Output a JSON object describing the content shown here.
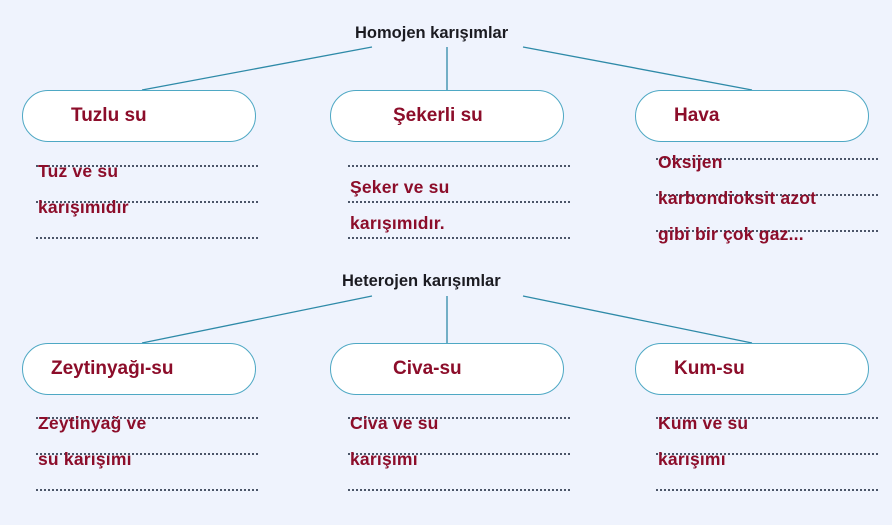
{
  "page": {
    "background_color": "#eff3fd",
    "accent_color": "#4ea8c4",
    "handwriting_color": "#8c0d2a",
    "heading_color": "#1b1b21"
  },
  "groups": [
    {
      "id": "homojen",
      "heading": "Homojen karışımlar",
      "nodes": [
        {
          "id": "tuzlu-su",
          "label": "Tuzlu su",
          "answer_lines": [
            "Tuz ve su",
            "karışımıdır"
          ]
        },
        {
          "id": "sekerli-su",
          "label": "Şekerli su",
          "answer_lines": [
            "Şeker ve su",
            "karışımıdır."
          ]
        },
        {
          "id": "hava",
          "label": "Hava",
          "answer_lines": [
            "Oksijen",
            "karbondioksit azot",
            "gibi bir çok gaz..."
          ]
        }
      ]
    },
    {
      "id": "heterojen",
      "heading": "Heterojen karışımlar",
      "nodes": [
        {
          "id": "zeytinyagi-su",
          "label": "Zeytinyağı-su",
          "answer_lines": [
            "Zeytinyağ ve",
            "su karışımı"
          ]
        },
        {
          "id": "civa-su",
          "label": "Civa-su",
          "answer_lines": [
            "Civa ve su",
            "karışımı"
          ]
        },
        {
          "id": "kum-su",
          "label": "Kum-su",
          "answer_lines": [
            "Kum ve su",
            "karışımı"
          ]
        }
      ]
    }
  ]
}
